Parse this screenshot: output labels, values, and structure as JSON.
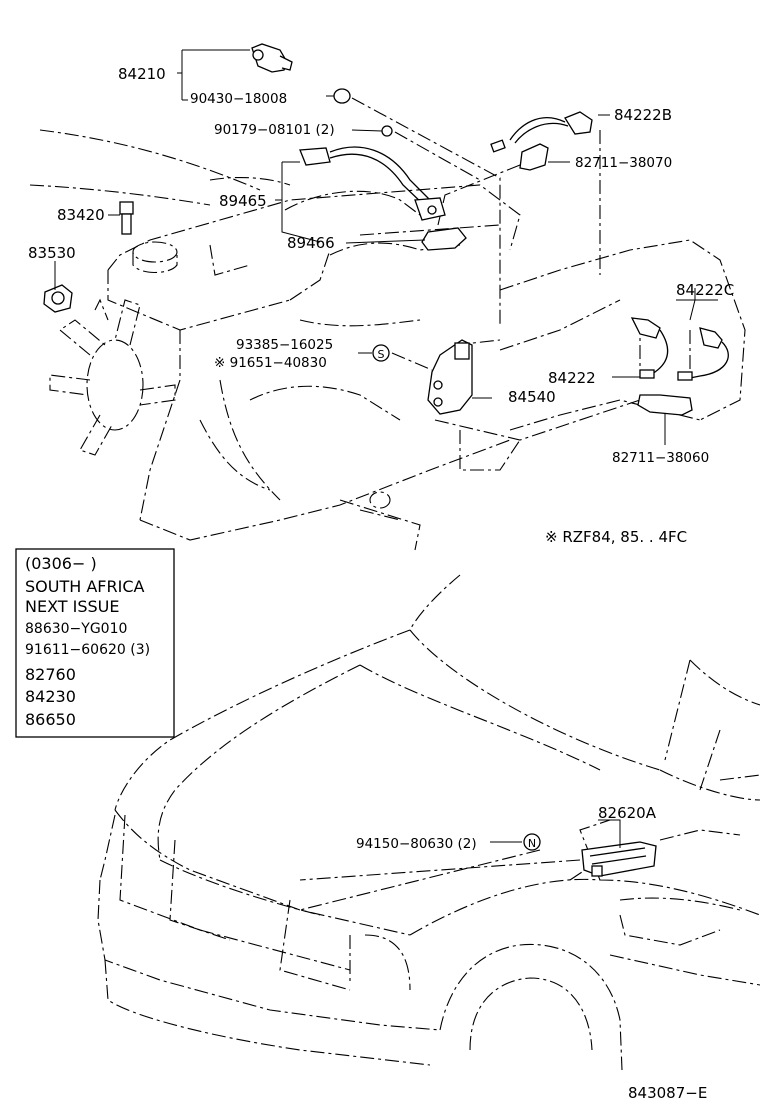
{
  "parts": {
    "p84210": "84210",
    "p90430": "90430−18008",
    "p90179": "90179−08101 (2)",
    "p84222b": "84222B",
    "p82711_38070": "82711−38070",
    "p89465": "89465",
    "p83420": "83420",
    "p89466": "89466",
    "p83530": "83530",
    "p84222c": "84222C",
    "p93385": "93385−16025",
    "p91651": "※ 91651−40830",
    "p84222": "84222",
    "p84540": "84540",
    "p82711_38060": "82711−38060",
    "p82620a": "82620A",
    "p94150": "94150−80630 (2)"
  },
  "callouts": {
    "s_mark": "S",
    "n_mark": "N"
  },
  "note": "※ RZF84, 85. . 4FC",
  "info_box": {
    "period": "(0306−        )",
    "region": "SOUTH AFRICA",
    "status": "NEXT ISSUE",
    "part1": "88630−YG010",
    "part2": "91611−60620 (3)",
    "part3": "82760",
    "part4": "84230",
    "part5": "86650"
  },
  "diagram_id": "843087−E"
}
